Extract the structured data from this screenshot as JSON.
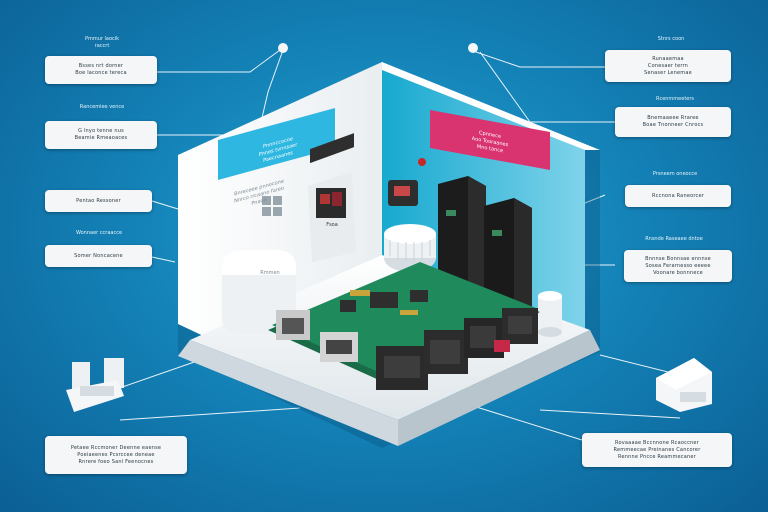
{
  "callouts": {
    "left_1_caption": "Pmmur laocik",
    "left_1_caption_2": "raccrt",
    "left_1_lines": [
      "Bsses nrt dorner",
      "Boe laconce tereca"
    ],
    "left_2_caption": "Rancemiee vence",
    "left_2_lines": [
      "G lnyo tenne nus",
      "Beamie Rmeaoaces"
    ],
    "left_3_lines": [
      "Pentao Ressoner"
    ],
    "left_4_caption": "Wonnaer ccraacce",
    "left_4_lines": [
      "Somer Noncacene"
    ],
    "right_1_caption": "Stnrs coon",
    "right_1_lines": [
      "Runaaemaa",
      "Conesaer terrn",
      "Senaser Lenemae"
    ],
    "right_2_caption": "Rcenmmeeters",
    "right_2_lines": [
      "Bnemaaeee Rraree",
      "Boae Tnonneer Cnrocs"
    ],
    "right_3_caption": "Prsneem oneocce",
    "right_3_lines": [
      "Rccnona Raneorcer"
    ],
    "right_4_caption": "Rnsnde Raseaee dntoe",
    "right_4_lines": [
      "Bnnnse Bonnsae ennnse",
      "Sosea Ferarnesso eeeee",
      "Voonare bonnnece"
    ],
    "bottom_left_lines": [
      "Petaee Rccmoner Deenne eaense",
      "Poeiaeenes Pcsrccee deneae",
      "Rnrere foeo Sanl Feenocnes"
    ],
    "bottom_right_lines": [
      "Rovaaaae Bccnnone Rcaoccner",
      "Remmeecae Preinanes Cancorer",
      "Rennne Pncce Reammecaner"
    ]
  },
  "wall_banners": {
    "left_lines": [
      "Pnnnccocoe",
      "Pnnes tvnnsaer",
      "Paecnaanes"
    ],
    "right_lines": [
      "Cpnnece",
      "Aoo Tooraanes",
      "Mno tance"
    ]
  },
  "wall_caption_lines": [
    "Bnreceee pnnocone",
    "Nnrco rrcaano fareo",
    "Pnaoo"
  ],
  "module_label": "Rmmen",
  "wall_device_label": "Fsoa",
  "colors": {
    "background": "#1483b8",
    "room": "#eef1f3",
    "banner_left": "#2eb7e0",
    "banner_right": "#d9346f",
    "pcb": "#1f8a5c",
    "connector_lines": "#e8f3f8"
  }
}
